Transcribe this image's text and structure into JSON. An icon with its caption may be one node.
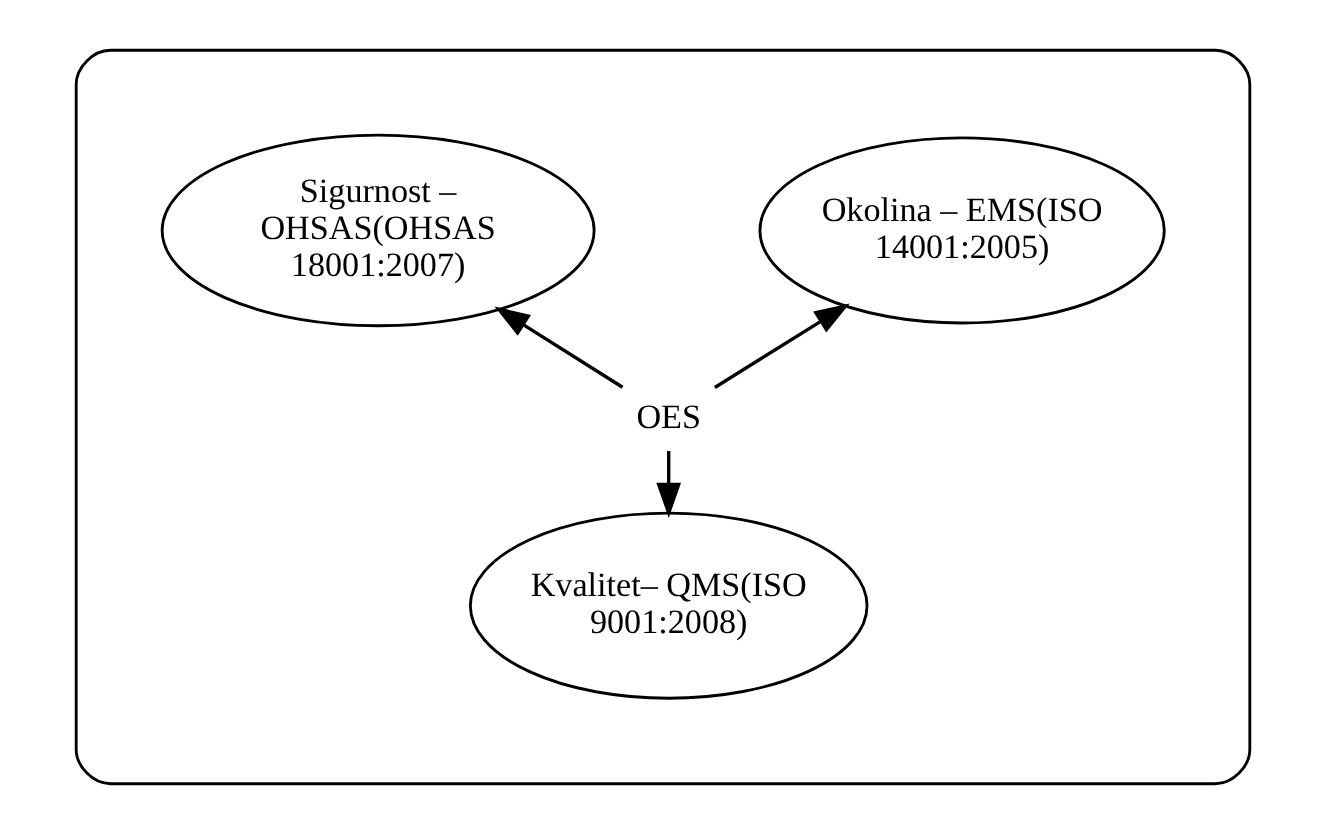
{
  "diagram": {
    "nodes": [
      {
        "text": [],
        "shape": "ellipse"
      },
      {
        "text": [
          "Okolina – EMS(ISO 14001:2005)"
        ],
        "in": 0
      },
      {
        "text": [
          "Sigurnost – OHSAS(OHSAS 18001:2007)"
        ],
        "in": 0
      },
      {
        "text": [
          "OES"
        ],
        "in": 0
      },
      {
        "text": [
          "Kvalitet– QMS(ISO 9001:2008)"
        ],
        "in": 0
      }
    ],
    "edges": [
      {
        "from": 3,
        "to": 1,
        "arrow": "to"
      },
      {
        "from": 3,
        "to": 2,
        "arrow": "to"
      },
      {
        "from": 3,
        "to": 4,
        "arrow": "to"
      }
    ]
  }
}
